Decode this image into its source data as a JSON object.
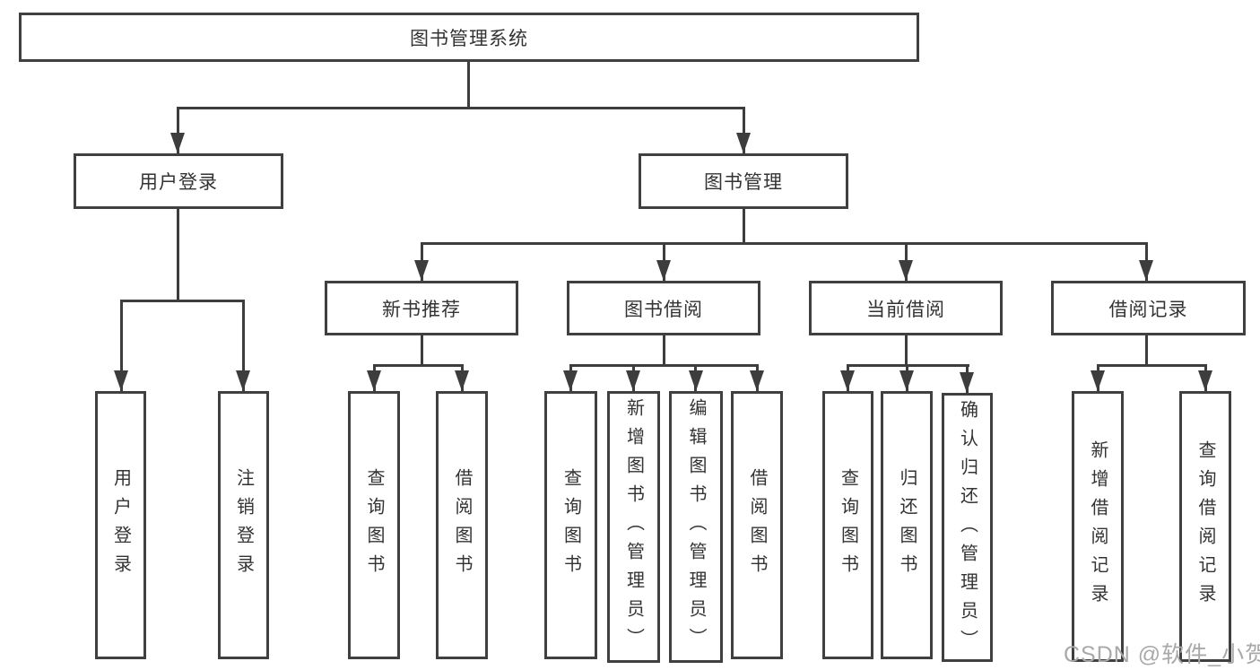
{
  "diagram": {
    "root": {
      "label": "图书管理系统"
    },
    "level2": [
      {
        "label": "用户登录"
      },
      {
        "label": "图书管理"
      }
    ],
    "login_children": [
      "用户登录",
      "注销登录"
    ],
    "branches": [
      {
        "label": "新书推荐",
        "children": [
          "查询图书",
          "借阅图书"
        ]
      },
      {
        "label": "图书借阅",
        "children": [
          "查询图书",
          "新增图书（管理员）",
          "编辑图书（管理员）",
          "借阅图书"
        ]
      },
      {
        "label": "当前借阅",
        "children": [
          "查询图书",
          "归还图书",
          "确认归还（管理员）"
        ]
      },
      {
        "label": "借阅记录",
        "children": [
          "新增借阅记录",
          "查询借阅记录"
        ]
      }
    ]
  },
  "watermark": {
    "text": "CSDN @软件_小贺同学"
  },
  "colors": {
    "line": "#3d3d3d",
    "border": "#404040",
    "text": "#333333",
    "watermark": "#a9a9a9",
    "background": "#ffffff"
  }
}
